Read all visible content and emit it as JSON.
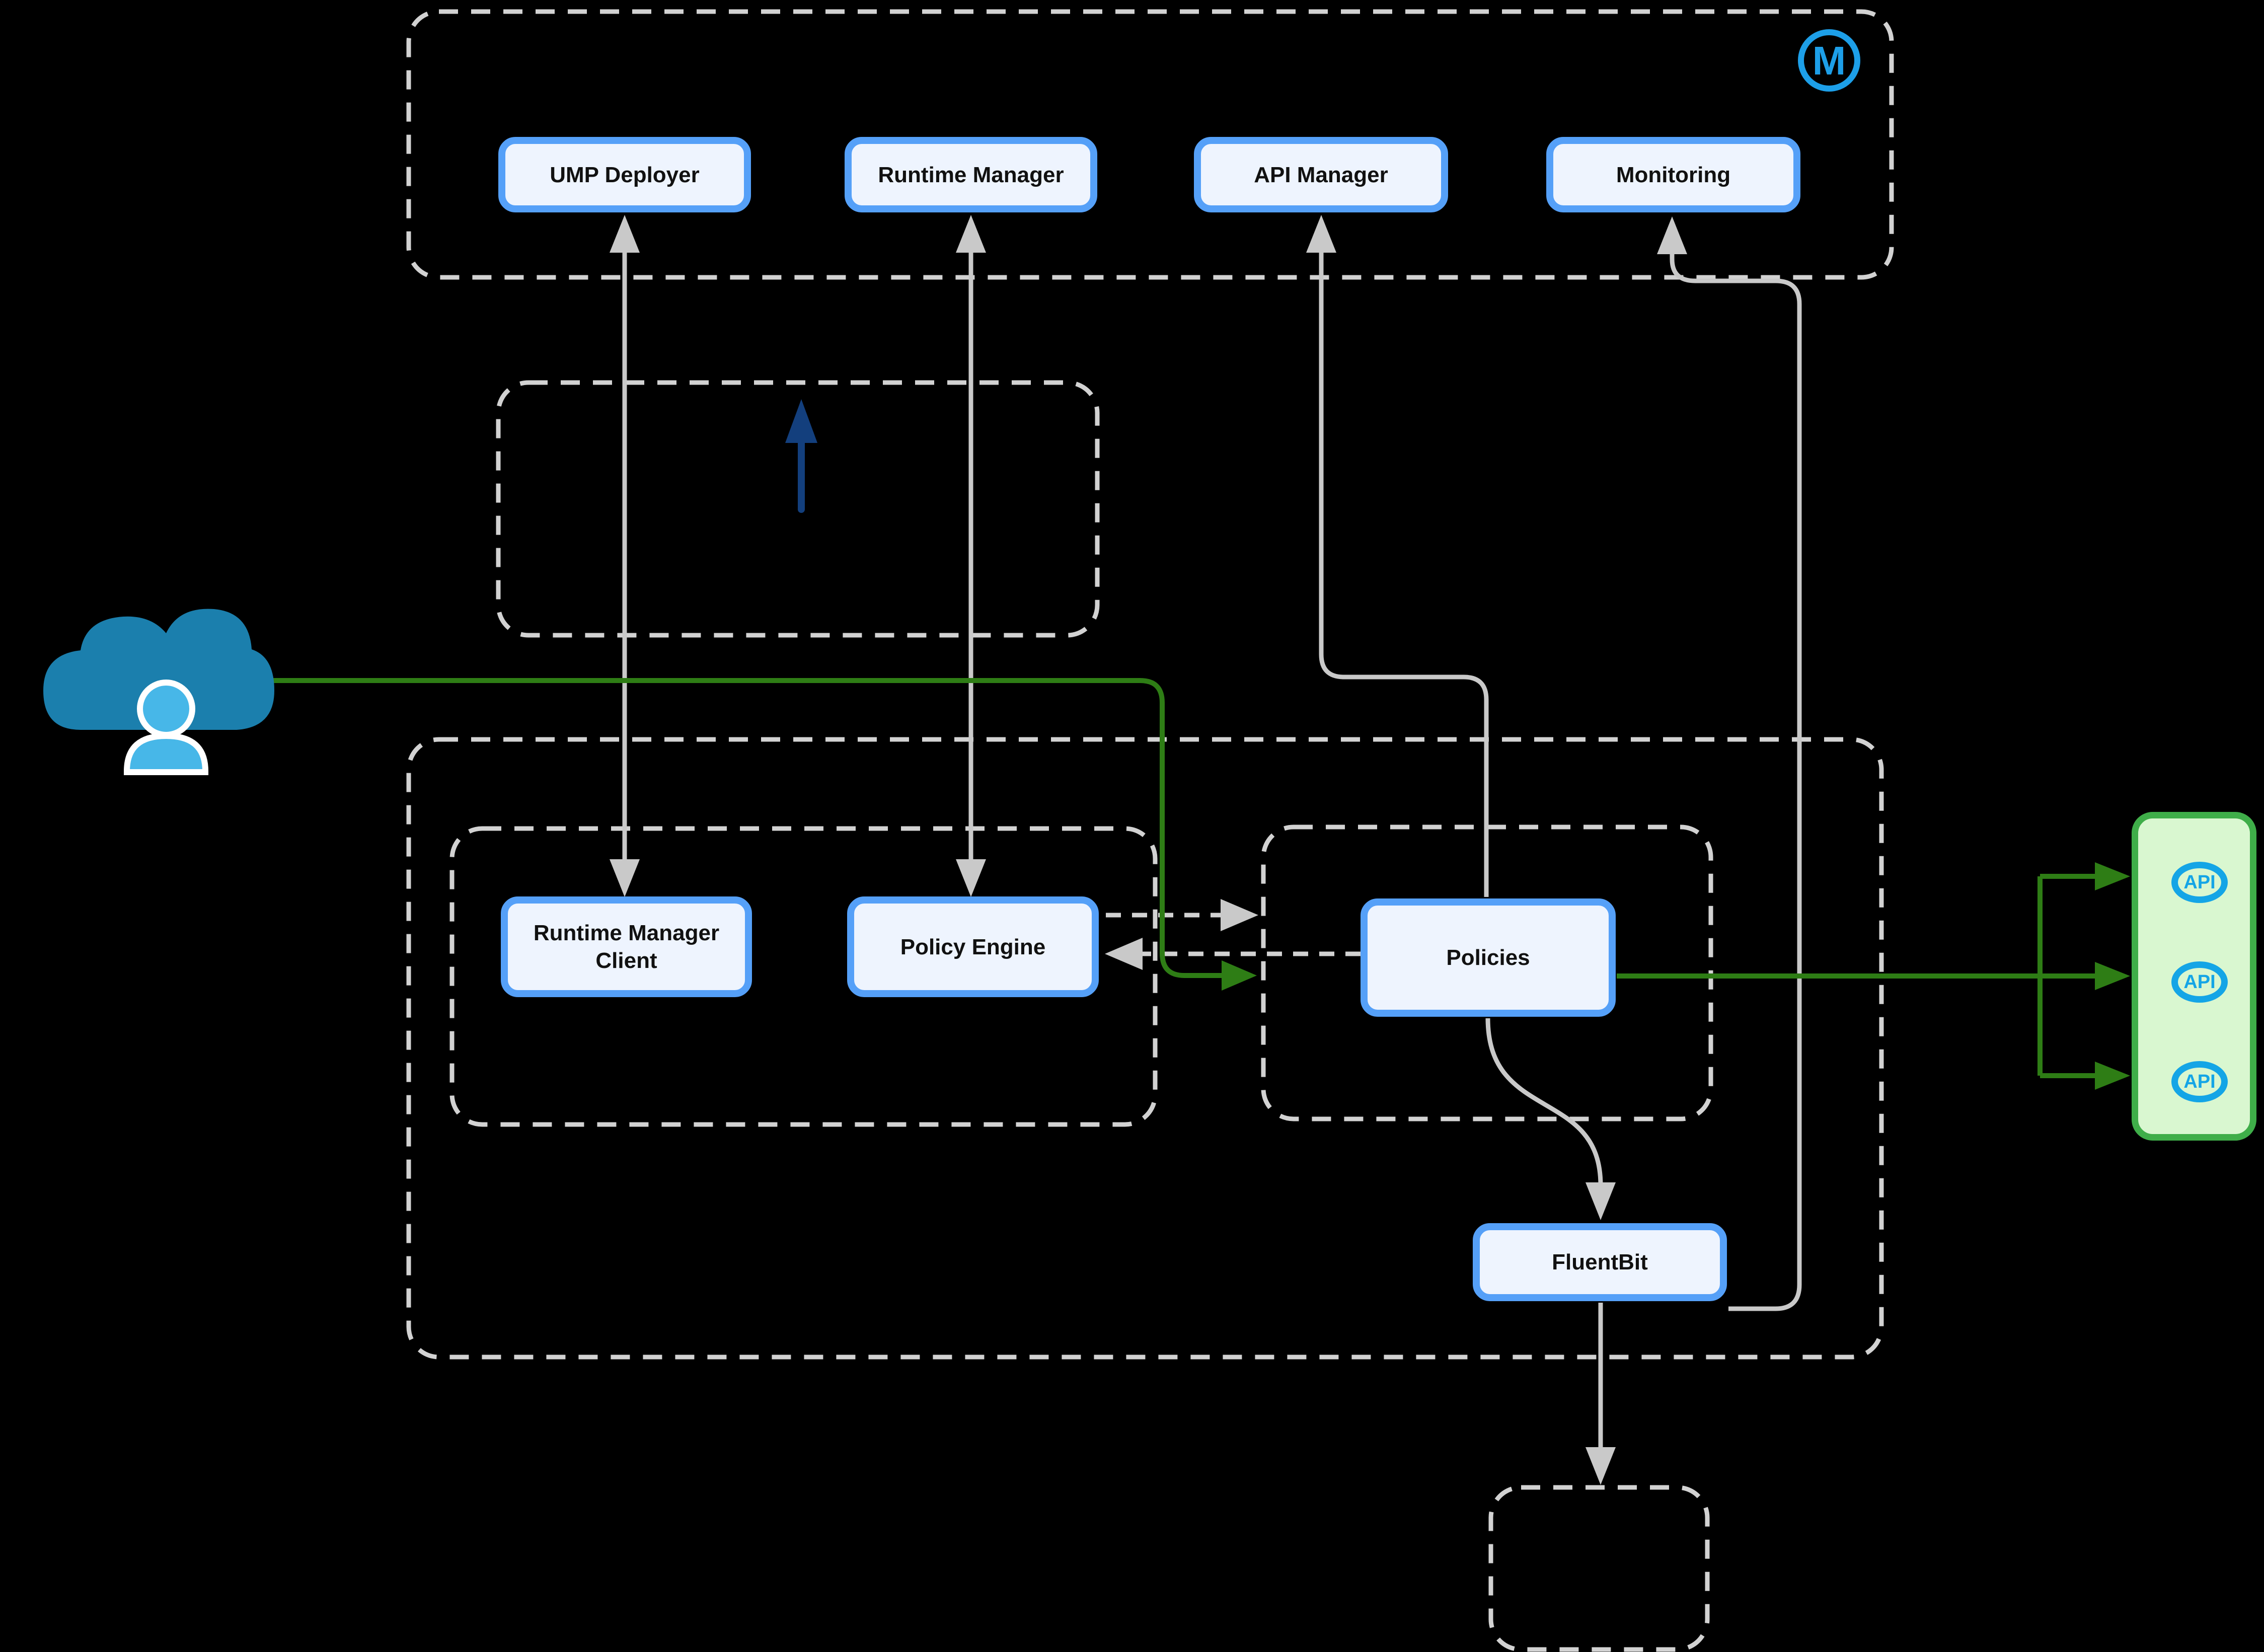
{
  "colors": {
    "bg": "#000000",
    "node_border": "#55a0f8",
    "node_fill": "#eef4fe",
    "node_text": "#111111",
    "group_dash": "#d2d2d2",
    "connector_gray": "#c9c9c9",
    "green": "#2e7d15",
    "api_panel_fill": "#d9f7d0",
    "api_panel_border": "#3fae49",
    "api_blue": "#14a5e6",
    "navy": "#133f7d",
    "cloud_teal": "#1b7fad",
    "person_blue": "#47b7e8",
    "logo_blue": "#1d9fe8"
  },
  "logo": {
    "letter": "M"
  },
  "nodes": {
    "ump_deployer": {
      "label": "UMP Deployer"
    },
    "runtime_manager": {
      "label": "Runtime Manager"
    },
    "api_manager": {
      "label": "API Manager"
    },
    "monitoring": {
      "label": "Monitoring"
    },
    "runtime_manager_client": {
      "label": "Runtime Manager Client"
    },
    "policy_engine": {
      "label": "Policy Engine"
    },
    "policies": {
      "label": "Policies"
    },
    "fluentbit": {
      "label": "FluentBit"
    }
  },
  "api_endpoints": [
    {
      "label": "API"
    },
    {
      "label": "API"
    },
    {
      "label": "API"
    }
  ]
}
